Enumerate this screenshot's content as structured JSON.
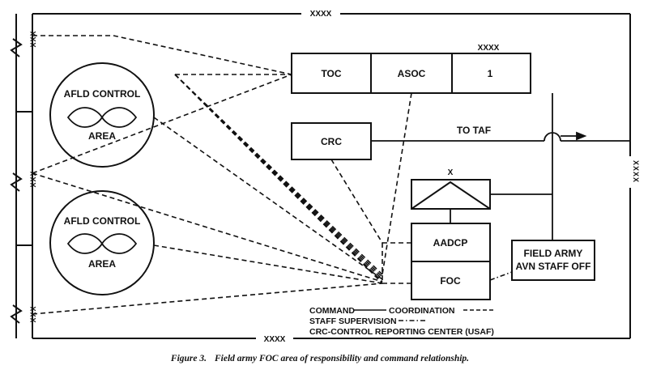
{
  "echelon_labels": {
    "top": "XXXX",
    "bottom": "XXXX",
    "right": "XXXX",
    "tac_group": "XXXX",
    "left_1": "XXX",
    "left_2": "XXX",
    "left_3": "XXX",
    "brigade": "X"
  },
  "airfield_areas": [
    {
      "title": "AFLD CONTROL",
      "subtitle": "AREA"
    },
    {
      "title": "AFLD CONTROL",
      "subtitle": "AREA"
    }
  ],
  "boxes": {
    "toc": "TOC",
    "asoc": "ASOC",
    "unit_number": "1",
    "crc": "CRC",
    "to_taf": "TO TAF",
    "aadcp": "AADCP",
    "foc": "FOC",
    "field_army_line1": "FIELD ARMY",
    "field_army_line2": "AVN STAFF OFF"
  },
  "legend": {
    "command": "COMMAND",
    "coordination": "COORDINATION",
    "staff_supervision": "STAFF SUPERVISION",
    "crc_note": "CRC-CONTROL REPORTING CENTER (USAF)"
  },
  "caption": {
    "figure": "Figure 3.",
    "text": "Field army FOC area of responsibility and command relationship."
  }
}
